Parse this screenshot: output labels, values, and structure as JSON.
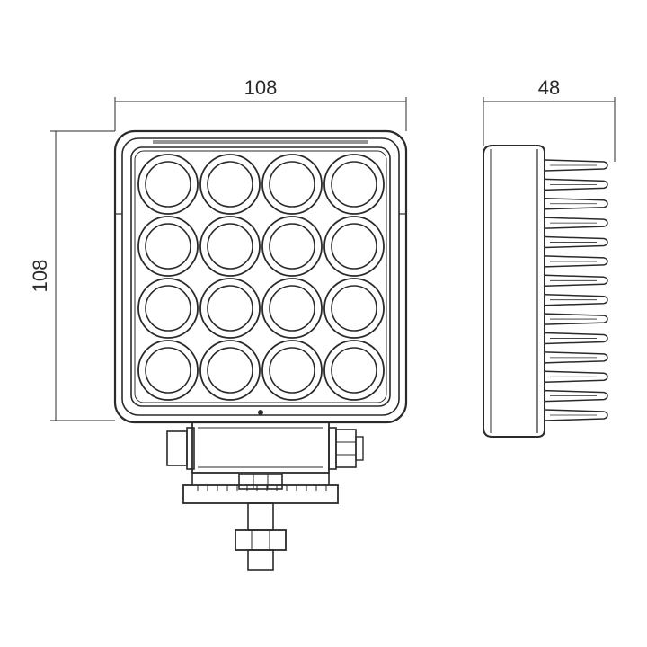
{
  "dimensions": {
    "width": "108",
    "height": "108",
    "depth": "48"
  },
  "lamp": {
    "led_rows": 4,
    "led_columns": 4,
    "fin_count": 14
  },
  "colors": {
    "line": "#2a2a2a",
    "background": "#ffffff"
  }
}
